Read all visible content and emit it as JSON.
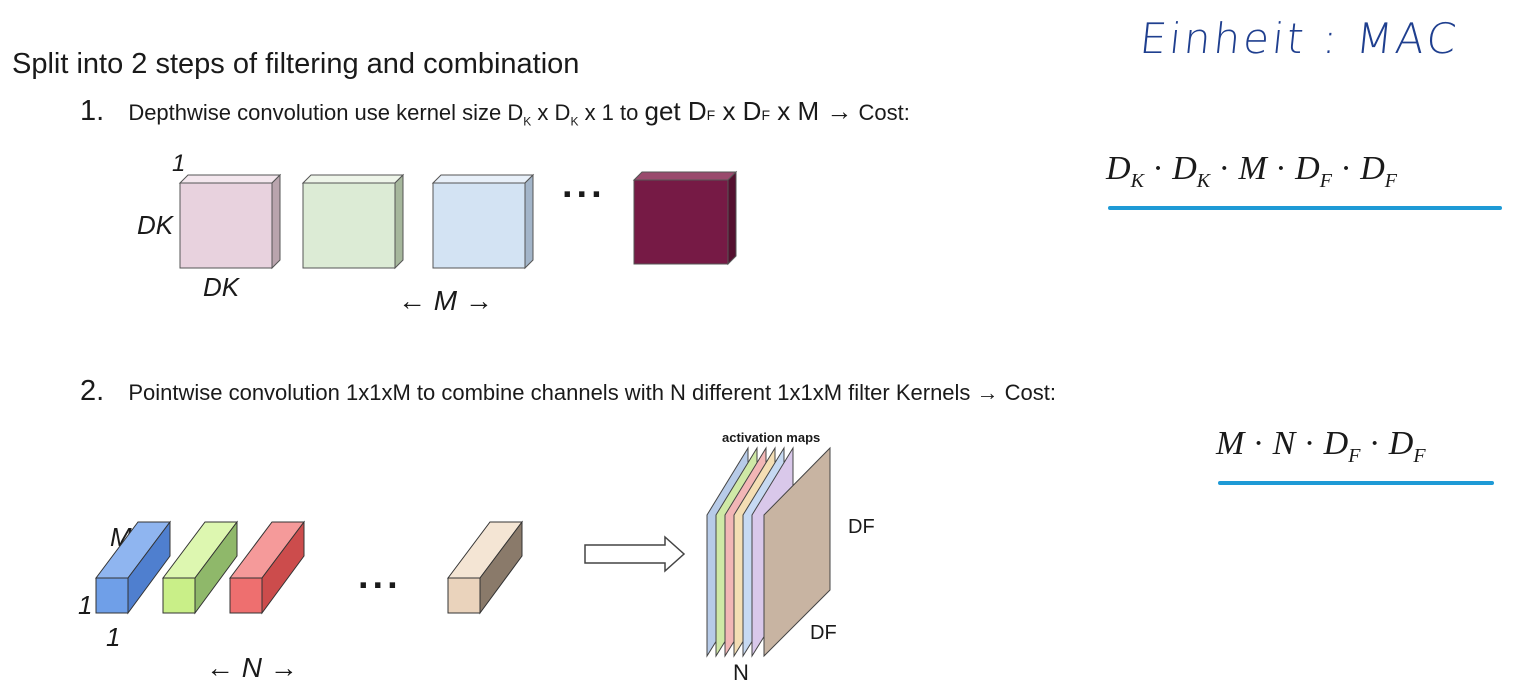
{
  "einheit": "Einheit : MAC",
  "title": "Split into 2 steps of filtering and combination",
  "step1": {
    "num": "1.",
    "text_a": "Depthwise convolution use kernel size D",
    "sub_k1": "K",
    "text_b": " x D",
    "sub_k2": "K",
    "text_c": " x 1 to ",
    "text_get": "get",
    "text_d": " D",
    "sub_f1": "F",
    "text_e": " x D",
    "sub_f2": "F",
    "text_f": " x M ",
    "arrow": "→",
    "text_cost": " Cost:"
  },
  "step2": {
    "num": "2.",
    "text": "Pointwise convolution 1x1xM to combine channels with N different 1x1xM filter Kernels → Cost:"
  },
  "formula1": {
    "D": "D",
    "K": "K",
    "M": "M",
    "F": "F",
    "dot": "·"
  },
  "formula2": {
    "M": "M",
    "N": "N",
    "D": "D",
    "F": "F",
    "dot": "·"
  },
  "diagram1": {
    "label_1": "1",
    "label_dk_left": "DK",
    "label_dk_bottom": "DK",
    "ellipsis": "...",
    "m_label": "←  M  →",
    "cube_colors": [
      "#e8d2de",
      "#dcebd5",
      "#d3e3f3",
      "#761a45"
    ]
  },
  "diagram2": {
    "label_m": "M",
    "label_1_left": "1",
    "label_1_bottom": "1",
    "ellipsis": "...",
    "n_label": "←  N  →",
    "activation_title": "activation maps",
    "df_right": "DF",
    "df_bottom": "DF",
    "n_bottom": "N",
    "bar_colors": [
      "#6f9fe8",
      "#c9ef88",
      "#ee6f6f",
      "#ead3bc"
    ],
    "map_colors": [
      "#b7cbe8",
      "#cfe9a6",
      "#f2b6b6",
      "#f4deb4",
      "#c6d9f2",
      "#d9c8ea",
      "#c8b4a2"
    ]
  }
}
